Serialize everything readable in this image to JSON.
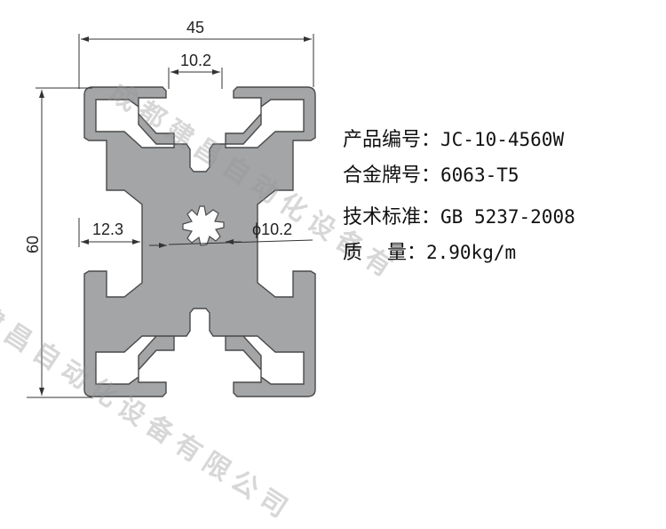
{
  "drawing": {
    "title": "Aluminum profile cross-section 45x60",
    "dimensions": {
      "width_label": "45",
      "height_label": "60",
      "slot_label": "10.2",
      "offset_label": "12.3",
      "bore_label": "ϕ10.2"
    },
    "colors": {
      "profile_fill": "#a3a5a7",
      "profile_stroke": "#4a4a4a",
      "dimension_line": "#333333",
      "watermark": "#b4b4b4"
    }
  },
  "specs": {
    "rows": [
      {
        "label": "产品编号",
        "value": "JC-10-4560W"
      },
      {
        "label": "合金牌号",
        "value": "6063-T5"
      },
      {
        "label": "技术标准",
        "value": "GB 5237-2008"
      },
      {
        "label": "质    量",
        "value": "2.90kg/m"
      }
    ],
    "colon": "："
  },
  "watermark": {
    "text_upper": "成都建昌自动化设备有",
    "text_lower": "建昌自动化设备有限公司"
  }
}
